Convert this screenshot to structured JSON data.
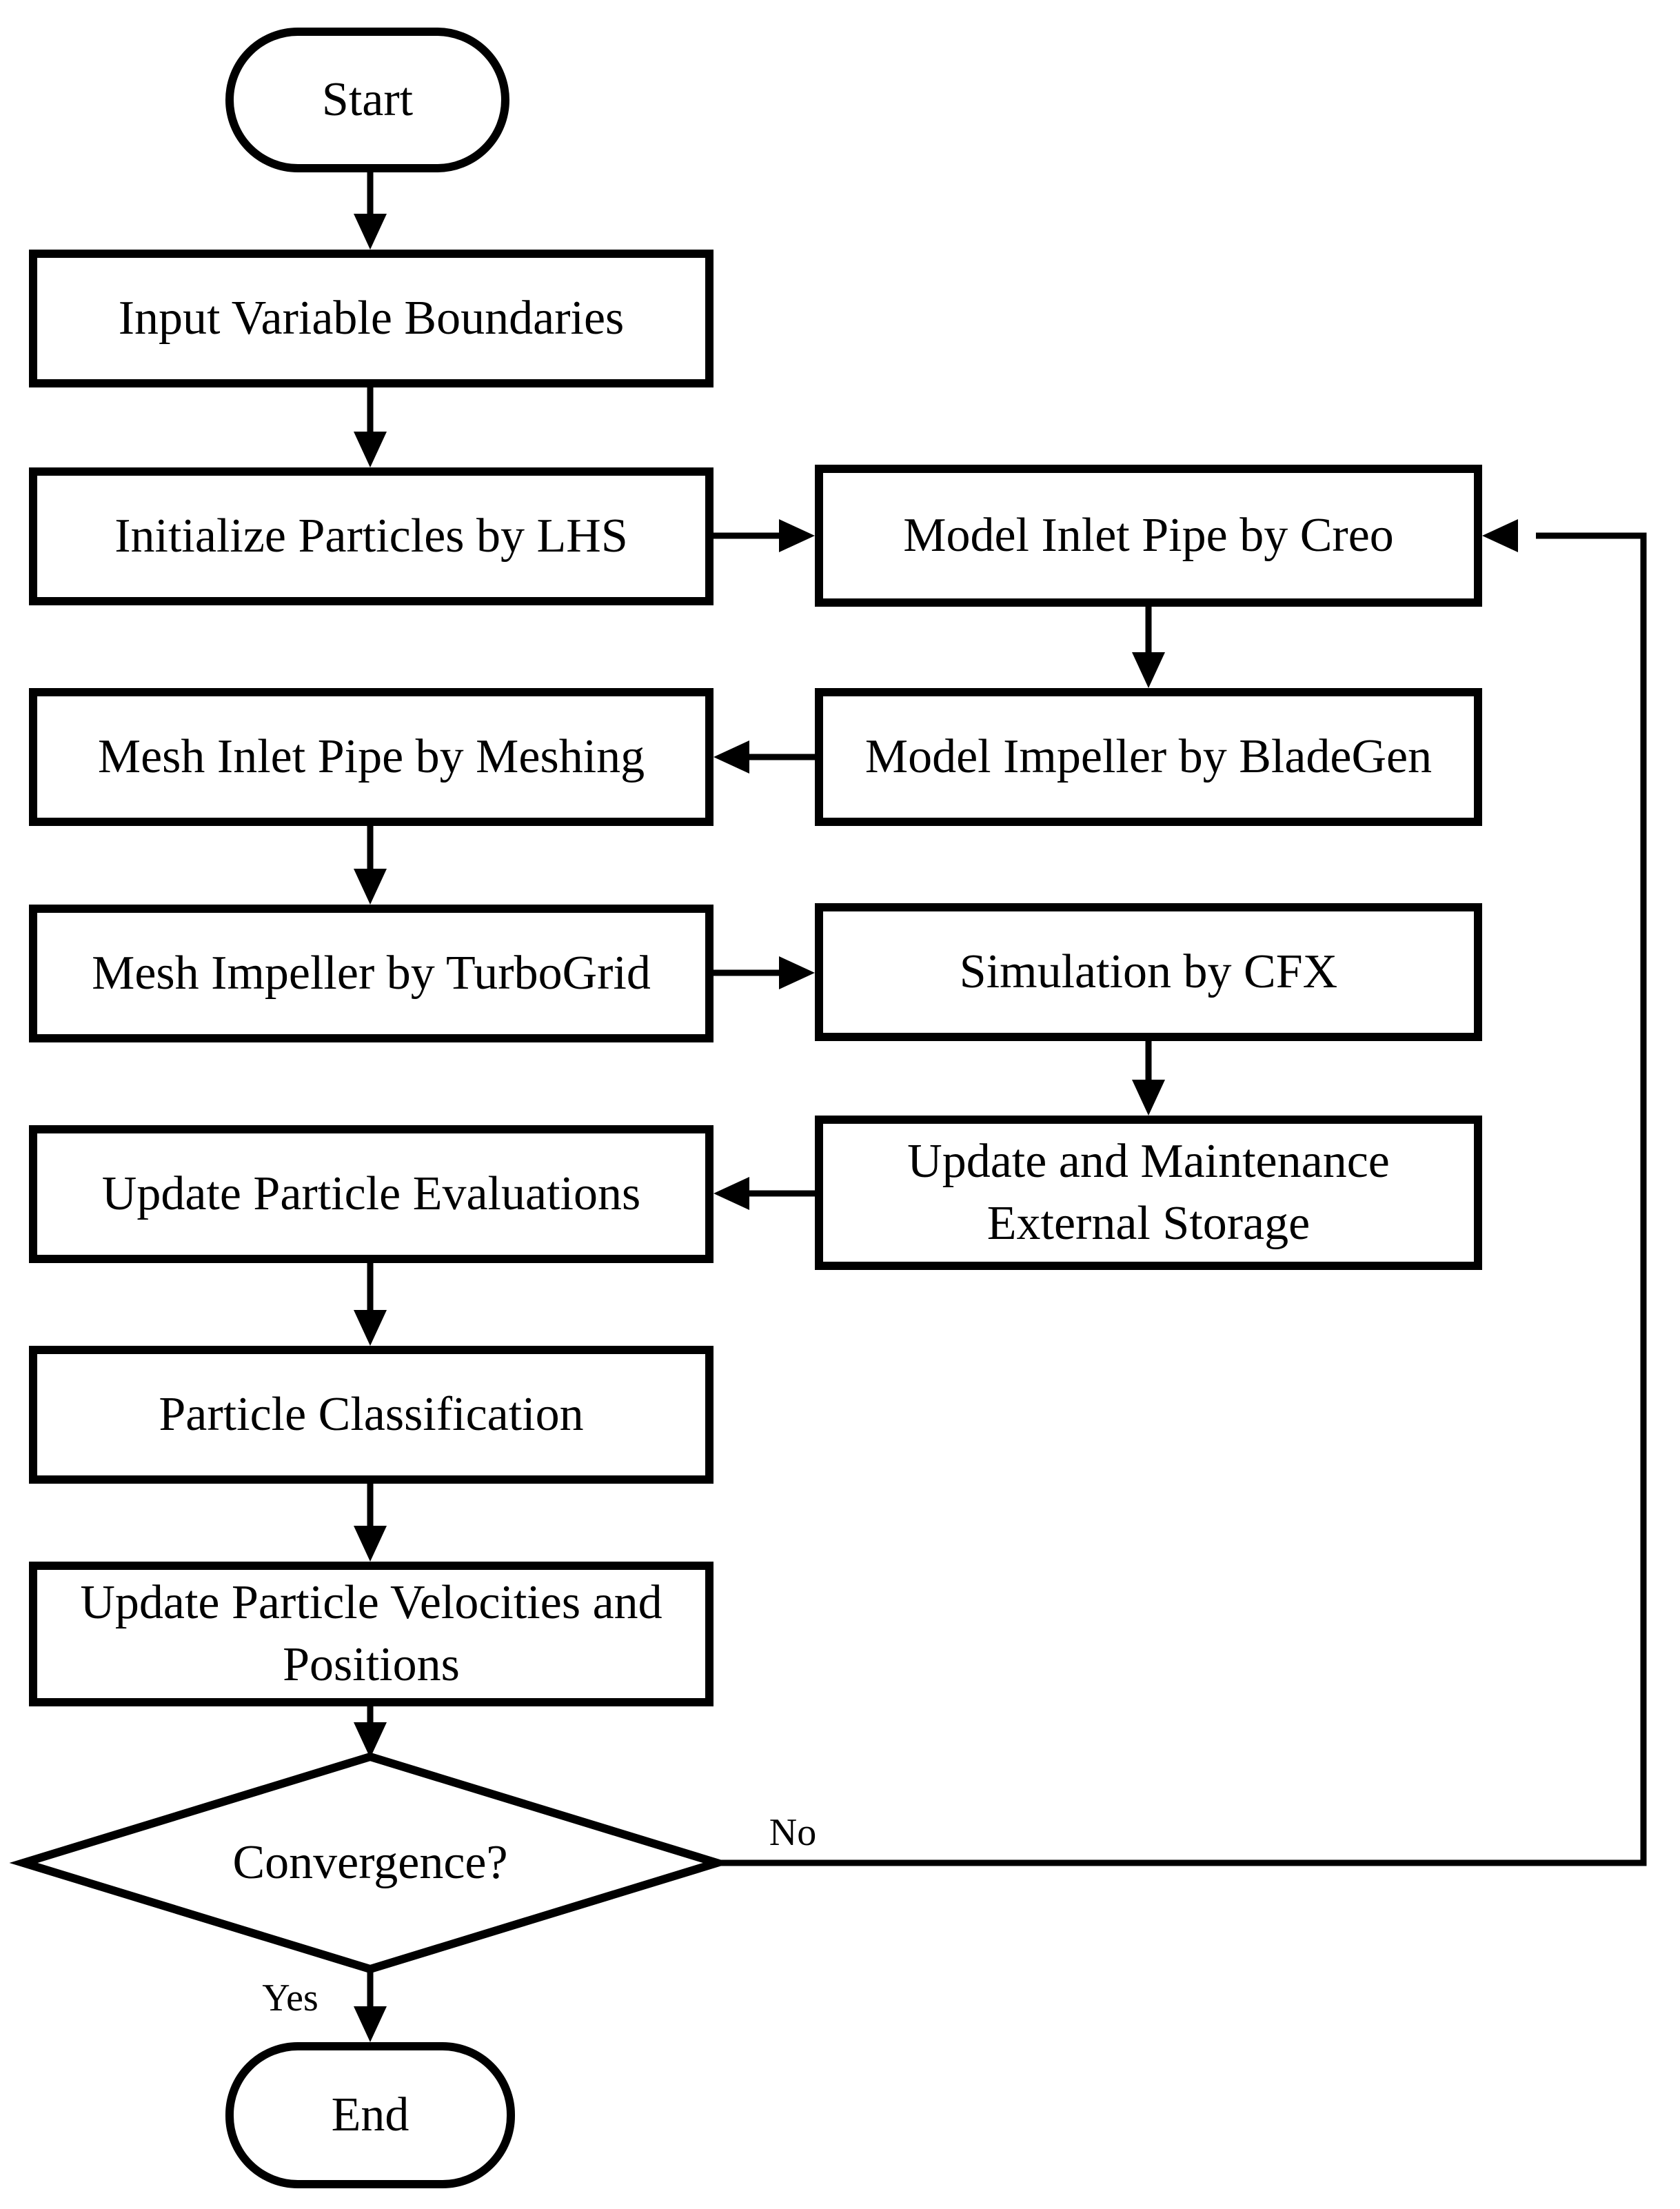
{
  "diagram": {
    "type": "flowchart",
    "colors": {
      "stroke": "#000000",
      "fill": "#ffffff",
      "text": "#000000"
    },
    "nodes": {
      "start": {
        "type": "terminator",
        "label": "Start"
      },
      "input_boundaries": {
        "type": "process",
        "label": "Input Variable Boundaries"
      },
      "initialize_particles": {
        "type": "process",
        "label": "Initialize Particles by LHS"
      },
      "model_inlet_pipe": {
        "type": "process",
        "label": "Model Inlet Pipe by Creo"
      },
      "model_impeller": {
        "type": "process",
        "label": "Model Impeller by BladeGen"
      },
      "mesh_inlet_pipe": {
        "type": "process",
        "label": "Mesh Inlet Pipe by Meshing"
      },
      "mesh_impeller": {
        "type": "process",
        "label": "Mesh Impeller by TurboGrid"
      },
      "simulation": {
        "type": "process",
        "label": "Simulation by CFX"
      },
      "update_storage": {
        "type": "process",
        "label": "Update and Maintenance\nExternal Storage"
      },
      "update_evaluations": {
        "type": "process",
        "label": "Update Particle Evaluations"
      },
      "particle_classification": {
        "type": "process",
        "label": "Particle Classification"
      },
      "update_velocities": {
        "type": "process",
        "label": "Update Particle Velocities and\nPositions"
      },
      "convergence": {
        "type": "decision",
        "label": "Convergence?"
      },
      "end": {
        "type": "terminator",
        "label": "End"
      }
    },
    "edge_labels": {
      "yes": "Yes",
      "no": "No"
    },
    "edges": [
      {
        "from": "start",
        "to": "input_boundaries"
      },
      {
        "from": "input_boundaries",
        "to": "initialize_particles"
      },
      {
        "from": "initialize_particles",
        "to": "model_inlet_pipe"
      },
      {
        "from": "model_inlet_pipe",
        "to": "model_impeller"
      },
      {
        "from": "model_impeller",
        "to": "mesh_inlet_pipe"
      },
      {
        "from": "mesh_inlet_pipe",
        "to": "mesh_impeller"
      },
      {
        "from": "mesh_impeller",
        "to": "simulation"
      },
      {
        "from": "simulation",
        "to": "update_storage"
      },
      {
        "from": "update_storage",
        "to": "update_evaluations"
      },
      {
        "from": "update_evaluations",
        "to": "particle_classification"
      },
      {
        "from": "particle_classification",
        "to": "update_velocities"
      },
      {
        "from": "update_velocities",
        "to": "convergence"
      },
      {
        "from": "convergence",
        "to": "end",
        "label": "Yes"
      },
      {
        "from": "convergence",
        "to": "model_inlet_pipe",
        "label": "No"
      }
    ]
  }
}
